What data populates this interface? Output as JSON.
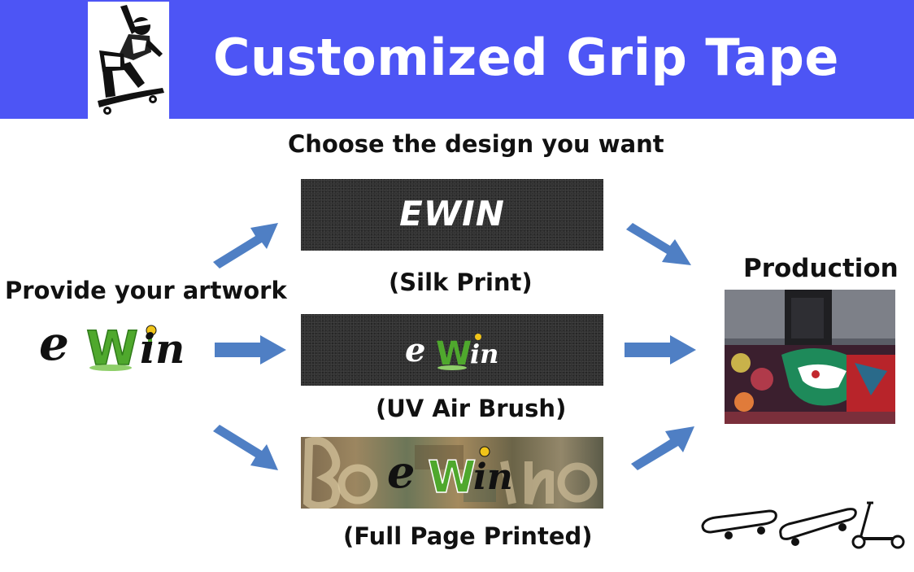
{
  "header": {
    "title": "Customized Grip Tape",
    "logo_icon": "skateboarder-icon",
    "background": "#4d55f5"
  },
  "labels": {
    "choose": "Choose the design you want",
    "provide": "Provide your artwork",
    "production": "Production"
  },
  "options": [
    {
      "caption": "(Silk Print)",
      "design_text": "EWIN",
      "icon": "silk-print-grip-icon"
    },
    {
      "caption": "(UV Air Brush)",
      "icon": "uv-airbrush-grip-icon"
    },
    {
      "caption": "(Full Page Printed)",
      "icon": "full-page-grip-icon"
    }
  ],
  "artwork": {
    "icon": "ewin-logo-icon"
  },
  "production": {
    "icon": "printer-photo-icon"
  },
  "footer_icons": [
    "skateboard-icon",
    "longboard-icon",
    "scooter-icon"
  ],
  "colors": {
    "arrow": "#4f7fc4",
    "grip": "#323232",
    "logo_green": "#4fa82d",
    "logo_black": "#111111"
  }
}
